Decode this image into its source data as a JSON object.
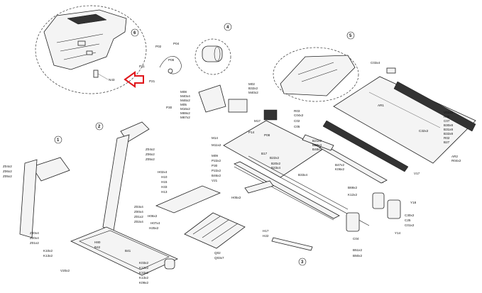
{
  "callouts": {
    "c1": "1",
    "c2": "2",
    "c3": "3",
    "c4": "4",
    "c5": "5",
    "c6": "6"
  },
  "colors": {
    "highlight": "#e0161b",
    "line": "#222222"
  },
  "labels": {
    "N43": "N43",
    "P02": "P02",
    "P04": "P04",
    "P11": "P11",
    "P06": "P06",
    "P21": "P21",
    "M08": "M08",
    "M40x4": "M40x4",
    "M46x2": "M46x2",
    "M05": "M05",
    "M16x2": "M16x2",
    "M69x2": "M69x2",
    "M67x2": "M67x2",
    "P30": "P30",
    "M02": "M02",
    "B32x2": "B32x2",
    "M40x2": "M40x2",
    "M14": "M14",
    "M11x2": "M11x2",
    "M17": "M17",
    "P14": "P14",
    "P08": "P08",
    "M09": "M09",
    "P22x2": "P22x2",
    "P30b": "P30",
    "P22x2b": "P22x2",
    "B46x2": "B46x2",
    "V21": "V21",
    "B17": "B17",
    "B22x2": "B22x2",
    "B20x2": "B20x2",
    "B23x4": "B23x4",
    "B21x2": "B21x2",
    "B29x4": "B29x4",
    "B48x2": "B48x2",
    "B47x2": "B47x2",
    "K06x2": "K06x2",
    "B33x4": "B33x4",
    "B69x2": "B69x2",
    "K12x2": "K12x2",
    "R03": "R03",
    "C04x2": "C04x2",
    "C02": "C02",
    "C05": "C05",
    "C03x4": "C03x4",
    "V02x2": "V02x2",
    "R05": "R05",
    "C07": "C07",
    "B30x8": "B30x8",
    "B31x8": "B31x8",
    "B32x8": "B32x8",
    "R02": "R02",
    "B27": "B27",
    "AR1": "AR1",
    "C32x2": "C32x2",
    "V17": "V17",
    "AR2": "AR2",
    "R04x2": "R04x2",
    "Y18": "Y18",
    "C30x2": "C30x2",
    "C25": "C25",
    "C01x2": "C01x2",
    "Y14": "Y14",
    "C04": "C04",
    "B51x2": "B51x2",
    "B50x2": "B50x2",
    "H17": "H17",
    "H22": "H22",
    "H02x4": "H02x4",
    "H10": "H10",
    "H15": "H15",
    "H33": "H33",
    "H13": "H13",
    "H05x2": "H05x2",
    "Z04x2": "Z04x2",
    "Z06x2": "Z06x2",
    "Z05x2": "Z05x2",
    "Z03x4": "Z03x4",
    "Z00x4": "Z00x4",
    "Z01x2": "Z01x2",
    "Z02x4": "Z02x4",
    "Z04x2L": "Z04x2",
    "Z06x2L": "Z06x2",
    "Z05x2L": "Z05x2",
    "Z20x4": "Z20x4",
    "Z00x4L": "Z00x4",
    "Z01x2L": "Z01x2",
    "K10x2": "K10x2",
    "K13x2": "K13x2",
    "V20x2": "V20x2",
    "H80": "H80",
    "B42": "B42",
    "B41": "B41",
    "K03x2": "K03x2",
    "K12x2b": "K12x2",
    "K10x2b": "K10x2",
    "K13x2b": "K13x2",
    "K09x2": "K09x2",
    "H07x4": "H07x4",
    "H25x2": "H25x2",
    "H06x2": "H06x2",
    "Q02": "Q02",
    "Q03x7": "Q03x7"
  }
}
